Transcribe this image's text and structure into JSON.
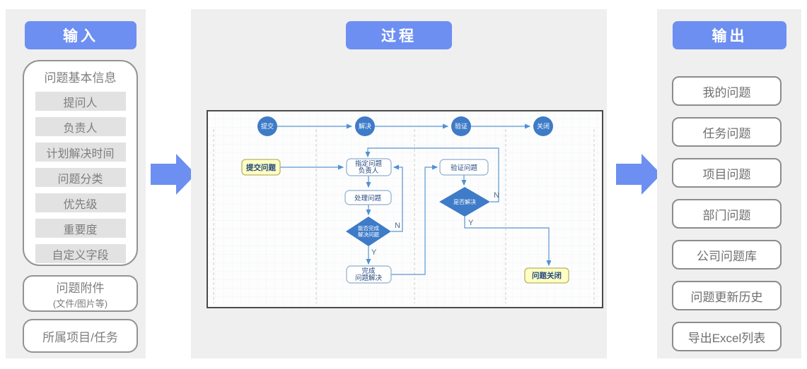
{
  "colors": {
    "accent_blue": "#6d8ff1",
    "panel_gray": "#efefef",
    "node_blue": "#3e7bc8",
    "flow_line_blue": "#5b96d2",
    "yellow_node_fill": "#ffffc2",
    "yellow_node_border": "#b8b269",
    "node_text_navy": "#24477e",
    "gray_text": "#7d7d7d"
  },
  "input_panel": {
    "header": "输入",
    "basic_info_group": {
      "title": "问题基本信息",
      "items": [
        "提问人",
        "负责人",
        "计划解决时间",
        "问题分类",
        "优先级",
        "重要度",
        "自定义字段"
      ]
    },
    "attachment_box": {
      "title": "问题附件",
      "subtitle": "(文件/图片等)"
    },
    "project_box": {
      "label": "所属项目/任务"
    }
  },
  "process_panel": {
    "header": "过程",
    "flowchart": {
      "stages": [
        "提交",
        "解决",
        "验证",
        "关闭"
      ],
      "submit_problem": "提交问题",
      "assign_owner_l1": "指定问题",
      "assign_owner_l2": "负责人",
      "handle_problem": "处理问题",
      "complete_decision_l1": "能否完成",
      "complete_decision_l2": "解决问题",
      "finish_l1": "完成",
      "finish_l2": "问题解决",
      "verify_problem": "验证问题",
      "resolved_decision": "是否解决",
      "problem_closed": "问题关闭",
      "yes_label": "Y",
      "no_label": "N"
    }
  },
  "output_panel": {
    "header": "输出",
    "items": [
      "我的问题",
      "任务问题",
      "项目问题",
      "部门问题",
      "公司问题库",
      "问题更新历史",
      "导出Excel列表"
    ]
  }
}
